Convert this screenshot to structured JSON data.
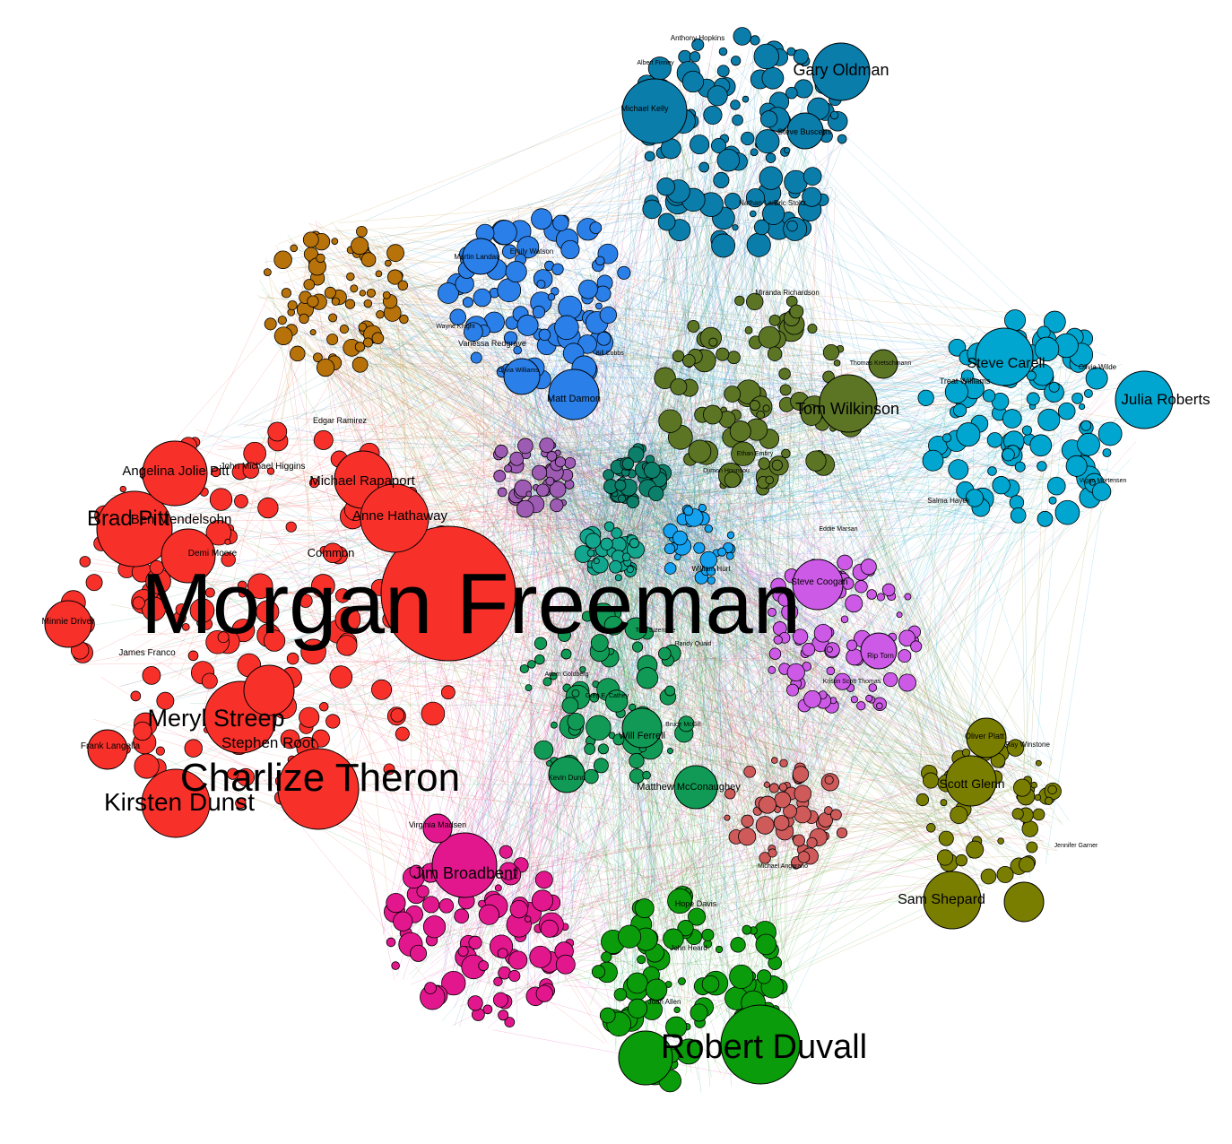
{
  "colors": {
    "red": "#f8302a",
    "orange": "#b8720a",
    "blue": "#2a7fe8",
    "teal_blue": "#0a7dab",
    "olive_dark": "#5b7524",
    "cyan": "#00a6cf",
    "purple": "#9e5bb3",
    "dark_teal": "#0c7f6b",
    "sea_green": "#13a68e",
    "sky": "#14a2f0",
    "magenta": "#cc5ae6",
    "green_mid": "#119a55",
    "salmon": "#cf5a5a",
    "olive": "#7a7e00",
    "pink": "#e3178d",
    "green": "#0a9c0a"
  },
  "labels": {
    "morgan_freeman": "Morgan Freeman",
    "charlize_theron": "Charlize Theron",
    "kirsten_dunst": "Kirsten Dunst",
    "robert_duvall": "Robert Duvall",
    "meryl_streep": "Meryl Streep",
    "brad_pitt": "Brad Pitt",
    "angelina_jolie": "Angelina Jolie Pitt",
    "ben_mendelsohn": "Ben Mendelsohn",
    "john_michael_higgins": "John Michael Higgins",
    "michael_rapaport": "Michael Rapaport",
    "anne_hathaway": "Anne Hathaway",
    "stephen_root": "Stephen Root",
    "frank_langella": "Frank Langella",
    "minnie_driver": "Minnie Driver",
    "james_franco": "James Franco",
    "demi_moore": "Demi Moore",
    "common": "Common",
    "edgar_ramirez": "Edgar Ramirez",
    "gary_oldman": "Gary Oldman",
    "anthony_hopkins": "Anthony Hopkins",
    "albert_finney": "Albert Finney",
    "michael_kelly": "Michael Kelly",
    "steve_buscemi": "Steve Buscemi",
    "nathan_lane": "Nathan Lane",
    "eric_stoltz": "Eric Stoltz",
    "julia_roberts": "Julia Roberts",
    "steve_carell": "Steve Carell",
    "olivia_wilde": "Olivia Wilde",
    "treat_williams": "Treat Williams",
    "viggo_mortensen": "Viggo Mortensen",
    "salma_hayek": "Salma Hayek",
    "tom_wilkinson": "Tom Wilkinson",
    "miranda_richardson": "Miranda Richardson",
    "thomas_kretschmann": "Thomas Kretschmann",
    "djimon_hounsou": "Djimon Hounsou",
    "ethan_embry": "Ethan Embry",
    "matt_damon": "Matt Damon",
    "emily_watson": "Emily Watson",
    "martin_landau": "Martin Landau",
    "vanessa_redgrave": "Vanessa Redgrave",
    "wayne_knight": "Wayne Knight",
    "bill_cobbs": "Bill Cobbs",
    "olivia_williams": "Olivia Williams",
    "will_ferrell": "Will Ferrell",
    "matthew_mcconaughey": "Matthew McConaughey",
    "kevin_dunn": "Kevin Dunn",
    "adam_goldberg": "Adam Goldberg",
    "greg_e_cathey": "Greg E. Cathey",
    "tom_sizemore": "Tom Sizemore",
    "randy_quaid": "Randy Quaid",
    "bruce_mcgill": "Bruce McGill",
    "steve_coogan": "Steve Coogan",
    "eddie_marsan": "Eddie Marsan",
    "rip_torn": "Rip Torn",
    "kristin_scott_thomas": "Kristin Scott Thomas",
    "scott_glenn": "Scott Glenn",
    "sam_shepard": "Sam Shepard",
    "oliver_platt": "Oliver Platt",
    "ray_winstone": "Ray Winstone",
    "jennifer_garner": "Jennifer Garner",
    "jim_broadbent": "Jim Broadbent",
    "virginia_madsen": "Virginia Madsen",
    "hope_davis": "Hope Davis",
    "john_heard": "John Heard",
    "joan_allen": "Joan Allen",
    "william_hurt": "William Hurt",
    "michael_angarano": "Michael Angarano"
  }
}
